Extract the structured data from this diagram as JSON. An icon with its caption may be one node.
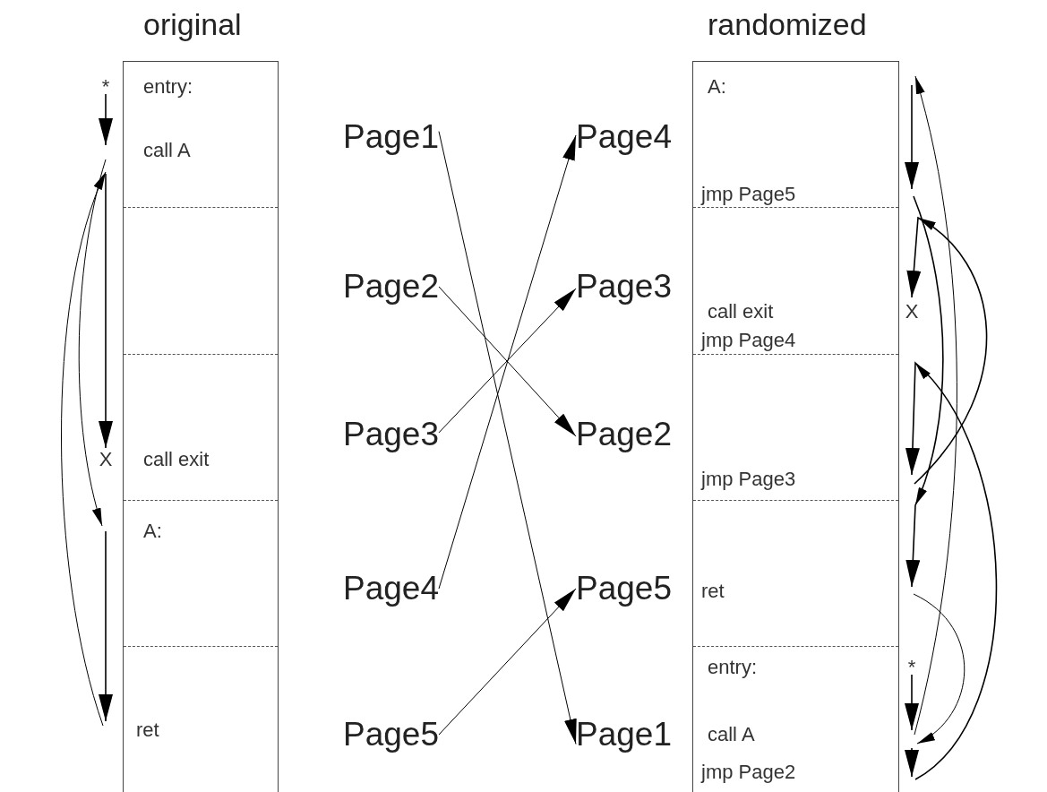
{
  "diagram": {
    "nodes": [
      {
        "text": [
          "original"
        ]
      },
      {
        "text": [
          "*",
          "entry:"
        ],
        "in": 0
      },
      {
        "text": [
          "call A"
        ],
        "in": 0
      },
      {
        "text": [
          "X",
          "call exit"
        ],
        "in": 0
      },
      {
        "text": [
          "A:"
        ],
        "in": 0
      },
      {
        "text": [
          "ret"
        ],
        "in": 0
      },
      {
        "text": [
          "randomized"
        ]
      },
      {
        "text": [
          "A:"
        ],
        "in": 6
      },
      {
        "text": [
          "jmp Page5"
        ],
        "in": 6
      },
      {
        "text": [
          "call exit",
          "X"
        ],
        "in": 6
      },
      {
        "text": [
          "jmp Page4"
        ],
        "in": 6
      },
      {
        "text": [
          "jmp Page3"
        ],
        "in": 6
      },
      {
        "text": [
          "ret"
        ],
        "in": 6
      },
      {
        "text": [
          "entry:",
          "*"
        ],
        "in": 6
      },
      {
        "text": [
          "call A"
        ],
        "in": 6
      },
      {
        "text": [
          "jmp Page2"
        ],
        "in": 6
      },
      {
        "text": [
          "Page1"
        ]
      },
      {
        "text": [
          "Page2"
        ]
      },
      {
        "text": [
          "Page3"
        ]
      },
      {
        "text": [
          "Page4"
        ]
      },
      {
        "text": [
          "Page5"
        ]
      },
      {
        "text": [
          "Page4"
        ]
      },
      {
        "text": [
          "Page3"
        ]
      },
      {
        "text": [
          "Page2"
        ]
      },
      {
        "text": [
          "Page5"
        ]
      },
      {
        "text": [
          "Page1"
        ]
      }
    ],
    "edges": [
      {
        "from": 16,
        "to": 25,
        "arrow": "to"
      },
      {
        "from": 17,
        "to": 23,
        "arrow": "to"
      },
      {
        "from": 18,
        "to": 22,
        "arrow": "to"
      },
      {
        "from": 19,
        "to": 21,
        "arrow": "to"
      },
      {
        "from": 20,
        "to": 24,
        "arrow": "to"
      },
      {
        "from": 1,
        "to": 2,
        "arrow": "to"
      },
      {
        "from": 2,
        "to": 4,
        "arrow": "to"
      },
      {
        "from": 4,
        "to": 5,
        "arrow": "to"
      },
      {
        "from": 5,
        "to": 2,
        "arrow": "to"
      },
      {
        "from": 2,
        "to": 3,
        "arrow": "to"
      },
      {
        "from": 13,
        "to": 14,
        "arrow": "to"
      },
      {
        "from": 14,
        "to": 7,
        "arrow": "to"
      },
      {
        "from": 7,
        "to": 8,
        "arrow": "to"
      },
      {
        "from": 8,
        "to": 12,
        "arrow": "to"
      },
      {
        "from": 12,
        "to": 14,
        "arrow": "to"
      },
      {
        "from": 14,
        "to": 15,
        "arrow": "to"
      },
      {
        "from": 15,
        "to": 11,
        "arrow": "to"
      },
      {
        "from": 11,
        "to": 9,
        "arrow": "to"
      }
    ]
  }
}
